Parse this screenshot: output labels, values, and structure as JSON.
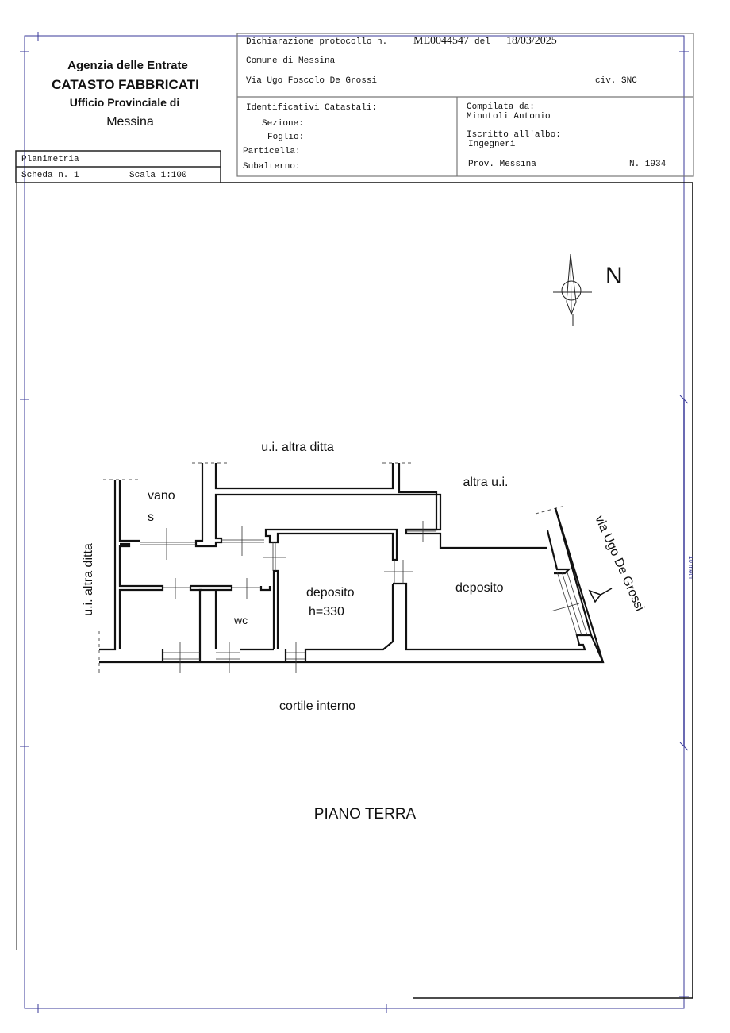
{
  "header": {
    "agency": "Agenzia delle Entrate",
    "catasto": "CATASTO FABBRICATI",
    "office": "Ufficio Provinciale di",
    "city": "Messina",
    "planimetria": "Planimetria",
    "scheda": "Scheda n. 1",
    "scala": "Scala 1:100",
    "dichiarazione_label": "Dichiarazione protocollo n.",
    "protocol_number": "ME0044547",
    "del_label": "del",
    "date": "18/03/2025",
    "comune": "Comune di Messina",
    "address": "Via Ugo Foscolo De Grossi",
    "civico": "civ. SNC",
    "identificativi": "Identificativi Catastali:",
    "sezione": "Sezione:",
    "foglio": "Foglio:",
    "particella": "Particella:",
    "subalterno": "Subalterno:",
    "compilata_label": "Compilata da:",
    "compilata_name": "Minutoli Antonio",
    "albo_label": "Iscritto all'albo:",
    "albo_value": "Ingegneri",
    "prov": "Prov. Messina",
    "numero": "N. 1934"
  },
  "plan": {
    "north": "N",
    "label_top": "u.i. altra ditta",
    "label_top_right": "altra u.i.",
    "label_left": "u.i. altra ditta",
    "room_vano": "vano",
    "room_vano_s": "s",
    "room_deposito_1": "deposito",
    "room_deposito_1_height": "h=330",
    "room_wc": "wc",
    "room_deposito_2": "deposito",
    "street": "via Ugo De Grossi",
    "courtyard": "cortile interno",
    "floor": "PIANO TERRA",
    "scale_bar": "10 metri"
  }
}
